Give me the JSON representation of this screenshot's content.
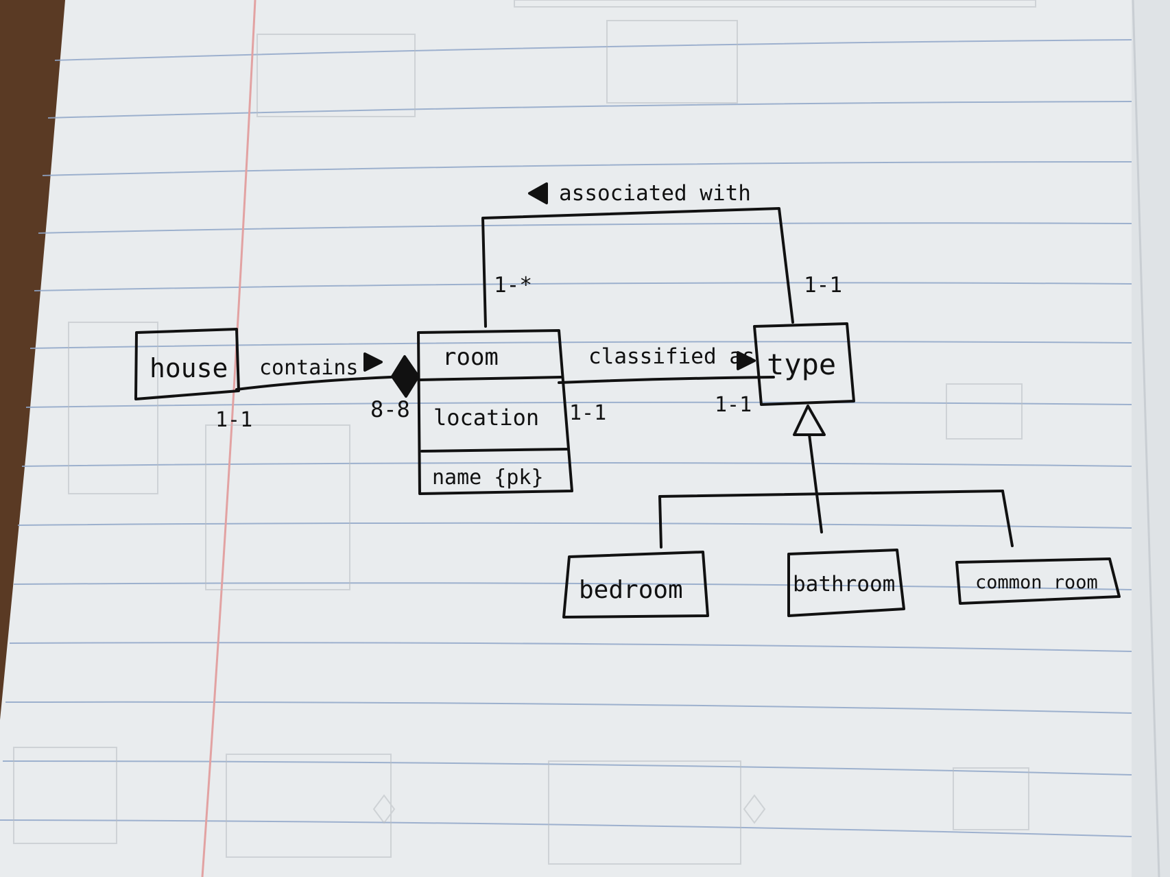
{
  "diagram": {
    "classes": {
      "house": {
        "name": "house"
      },
      "room": {
        "name": "room",
        "attributes": [
          "location",
          "name {pk}"
        ]
      },
      "type": {
        "name": "type"
      },
      "bedroom": {
        "name": "bedroom"
      },
      "bathroom": {
        "name": "bathroom"
      },
      "common_room": {
        "name": "common room"
      }
    },
    "relationships": {
      "contains": {
        "label": "contains",
        "house_multiplicity": "1-1",
        "room_multiplicity": "8-8"
      },
      "classified_as": {
        "label": "classified as",
        "room_multiplicity": "1-1",
        "type_multiplicity": "1-1"
      },
      "associated_with": {
        "label": "associated with",
        "room_multiplicity": "1-*",
        "type_multiplicity": "1-1"
      }
    }
  },
  "colors": {
    "paper": "#e9ecee",
    "rule_line": "#8fa6c8",
    "margin_line": "#e2a2a2",
    "ink": "#111111",
    "desk": "#5a3a24"
  }
}
